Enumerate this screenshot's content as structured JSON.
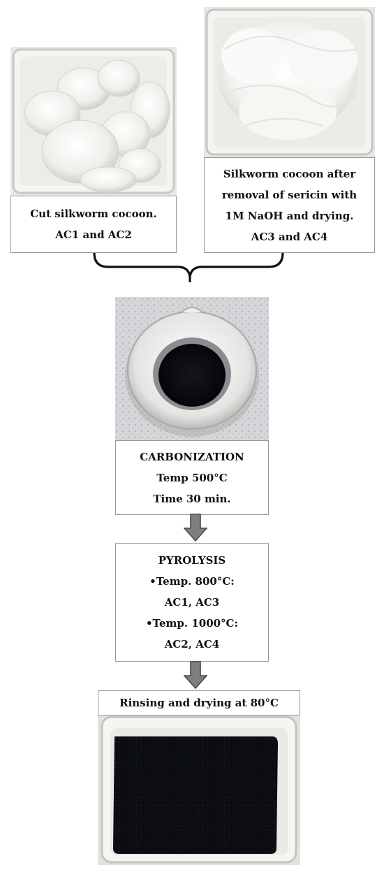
{
  "steps": {
    "cut_cocoon": {
      "lines": [
        "Cut silkworm cocoon.",
        "AC1 and AC2"
      ]
    },
    "degummed_cocoon": {
      "lines": [
        "Silkworm cocoon after",
        "removal of sericin with",
        "1M NaOH and drying.",
        "AC3 and AC4"
      ]
    },
    "carbonization": {
      "lines": [
        "CARBONIZATION",
        "Temp 500°C",
        "Time 30 min."
      ]
    },
    "pyrolysis": {
      "lines": [
        "PYROLYSIS",
        "•Temp. 800°C:",
        "AC1, AC3",
        "•Temp. 1000°C:",
        "AC2, AC4"
      ]
    },
    "rinsing": {
      "lines": [
        "Rinsing and drying at 80°C"
      ]
    }
  },
  "colors": {
    "border": "#9a9a9a",
    "arrow_fill": "#7f7f7f",
    "arrow_stroke": "#4a4a4a",
    "bracket": "#111111",
    "carbon": "#0b0c12"
  }
}
